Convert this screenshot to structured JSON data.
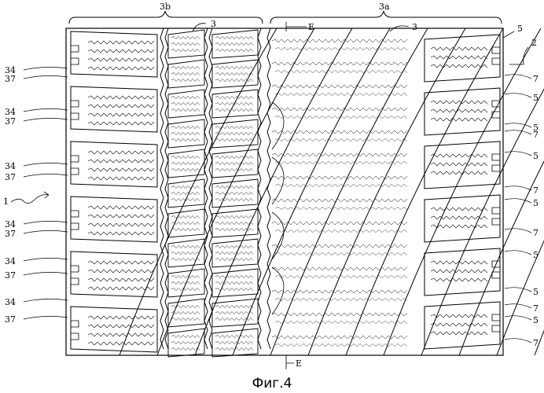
{
  "figure": {
    "caption": "Фиг.4",
    "labels": {
      "region_left": "3b",
      "region_right": "3a",
      "groove_left": "3",
      "groove_right": "3",
      "tire": "2",
      "tread": "1",
      "section_top": "E",
      "section_bottom": "E",
      "left_side": [
        "34",
        "37",
        "34",
        "37",
        "34",
        "37",
        "34",
        "37",
        "34",
        "37",
        "34",
        "37"
      ],
      "right_side": [
        "5",
        "7",
        "5",
        "7",
        "5",
        "7",
        "5",
        "7",
        "5",
        "5",
        "7",
        "5",
        "7"
      ],
      "top_right_5": "5"
    }
  }
}
